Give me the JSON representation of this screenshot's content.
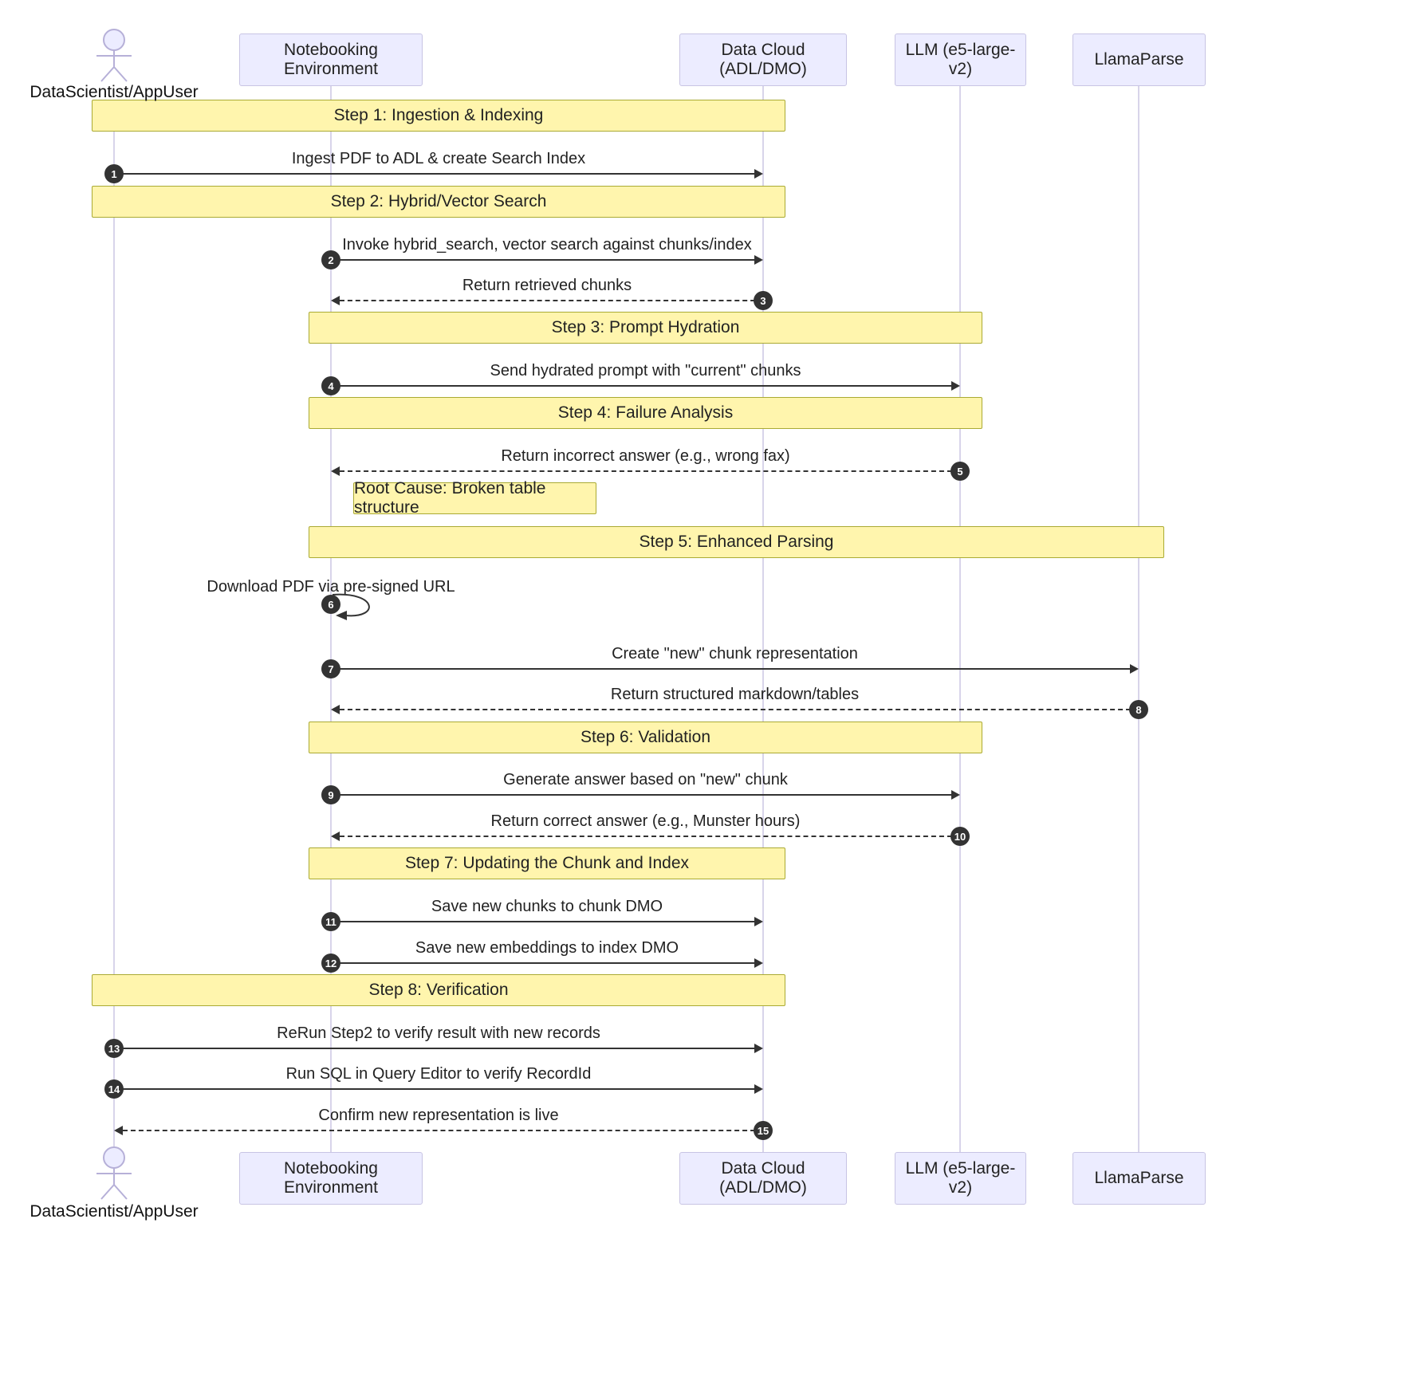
{
  "diagram": {
    "type": "sequence-diagram",
    "participants": [
      {
        "label": "DataScientist/AppUser",
        "kind": "actor"
      },
      {
        "label": "Notebooking Environment",
        "kind": "participant"
      },
      {
        "label": "Data Cloud (ADL/DMO)",
        "kind": "participant"
      },
      {
        "label": "LLM (e5-large-v2)",
        "kind": "participant"
      },
      {
        "label": "LlamaParse",
        "kind": "participant"
      }
    ],
    "notes": [
      {
        "label": "Step 1: Ingestion & Indexing",
        "span": [
          "DataScientist/AppUser",
          "Data Cloud (ADL/DMO)"
        ]
      },
      {
        "label": "Step 2: Hybrid/Vector Search",
        "span": [
          "DataScientist/AppUser",
          "Data Cloud (ADL/DMO)"
        ]
      },
      {
        "label": "Step 3: Prompt Hydration",
        "span": [
          "Notebooking Environment",
          "LLM (e5-large-v2)"
        ]
      },
      {
        "label": "Step 4: Failure Analysis",
        "span": [
          "Notebooking Environment",
          "LLM (e5-large-v2)"
        ]
      },
      {
        "label": "Root Cause: Broken table structure",
        "span": [
          "Notebooking Environment"
        ]
      },
      {
        "label": "Step 5: Enhanced Parsing",
        "span": [
          "Notebooking Environment",
          "LlamaParse"
        ]
      },
      {
        "label": "Step 6: Validation",
        "span": [
          "Notebooking Environment",
          "LLM (e5-large-v2)"
        ]
      },
      {
        "label": "Step 7: Updating the Chunk and Index",
        "span": [
          "Notebooking Environment",
          "Data Cloud (ADL/DMO)"
        ]
      },
      {
        "label": "Step 8: Verification",
        "span": [
          "DataScientist/AppUser",
          "Data Cloud (ADL/DMO)"
        ]
      }
    ],
    "messages": [
      {
        "number": "1",
        "from": "DataScientist/AppUser",
        "to": "Data Cloud (ADL/DMO)",
        "label": "Ingest PDF to ADL & create Search Index",
        "style": "solid"
      },
      {
        "number": "2",
        "from": "Notebooking Environment",
        "to": "Data Cloud (ADL/DMO)",
        "label": "Invoke hybrid_search, vector search against chunks/index",
        "style": "solid"
      },
      {
        "number": "3",
        "from": "Data Cloud (ADL/DMO)",
        "to": "Notebooking Environment",
        "label": "Return retrieved chunks",
        "style": "dashed"
      },
      {
        "number": "4",
        "from": "Notebooking Environment",
        "to": "LLM (e5-large-v2)",
        "label": "Send hydrated prompt with \"current\" chunks",
        "style": "solid"
      },
      {
        "number": "5",
        "from": "LLM (e5-large-v2)",
        "to": "Notebooking Environment",
        "label": "Return incorrect answer (e.g., wrong fax)",
        "style": "dashed"
      },
      {
        "number": "6",
        "from": "Notebooking Environment",
        "to": "Notebooking Environment",
        "label": "Download PDF via pre-signed URL",
        "style": "self"
      },
      {
        "number": "7",
        "from": "Notebooking Environment",
        "to": "LlamaParse",
        "label": "Create \"new\" chunk representation",
        "style": "solid"
      },
      {
        "number": "8",
        "from": "LlamaParse",
        "to": "Notebooking Environment",
        "label": "Return structured markdown/tables",
        "style": "dashed"
      },
      {
        "number": "9",
        "from": "Notebooking Environment",
        "to": "LLM (e5-large-v2)",
        "label": "Generate answer based on \"new\" chunk",
        "style": "solid"
      },
      {
        "number": "10",
        "from": "LLM (e5-large-v2)",
        "to": "Notebooking Environment",
        "label": "Return correct answer (e.g., Munster hours)",
        "style": "dashed"
      },
      {
        "number": "11",
        "from": "Notebooking Environment",
        "to": "Data Cloud (ADL/DMO)",
        "label": "Save new chunks to chunk DMO",
        "style": "solid"
      },
      {
        "number": "12",
        "from": "Notebooking Environment",
        "to": "Data Cloud (ADL/DMO)",
        "label": "Save new embeddings to index DMO",
        "style": "solid"
      },
      {
        "number": "13",
        "from": "DataScientist/AppUser",
        "to": "Data Cloud (ADL/DMO)",
        "label": "ReRun Step2 to verify result with new records",
        "style": "solid"
      },
      {
        "number": "14",
        "from": "DataScientist/AppUser",
        "to": "Data Cloud (ADL/DMO)",
        "label": "Run SQL in Query Editor to verify RecordId",
        "style": "solid"
      },
      {
        "number": "15",
        "from": "Data Cloud (ADL/DMO)",
        "to": "DataScientist/AppUser",
        "label": "Confirm new representation is live",
        "style": "dashed"
      }
    ],
    "colors": {
      "note_fill": "#fff5ad",
      "note_border": "#aaaa33",
      "participant_fill": "#ececff",
      "participant_border": "#c8c4e4",
      "lifeline": "#d8d4ea",
      "arrow": "#333333",
      "badge_fill": "#333333",
      "badge_text": "#ffffff"
    }
  }
}
